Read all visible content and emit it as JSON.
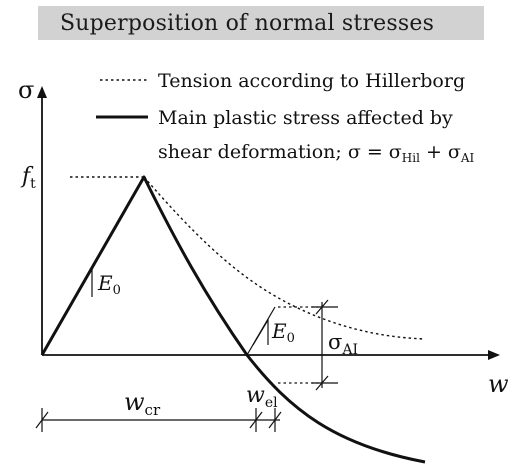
{
  "title": "Superposition of normal stresses",
  "legend": {
    "dotted_label": "Tension according to Hillerborg",
    "solid_label_line1": "Main plastic stress affected by",
    "solid_label_line2_prefix": "shear deformation; σ = σ",
    "solid_label_sub1": "Hil",
    "solid_label_plus": " + σ",
    "solid_label_sub2": "AI"
  },
  "axes": {
    "y_label": "σ",
    "x_label": "w"
  },
  "labels": {
    "ft_main": "f",
    "ft_sub": "t",
    "e0_left_main": "E",
    "e0_left_sub": "0",
    "e0_right_main": "E",
    "e0_right_sub": "0",
    "sigma_ai_main": "σ",
    "sigma_ai_sub": "AI",
    "wcr_main": "w",
    "wcr_sub": "cr",
    "wel_main": "w",
    "wel_sub": "el"
  },
  "colors": {
    "title_bg": "#d3d2d2",
    "ink": "#111111"
  }
}
